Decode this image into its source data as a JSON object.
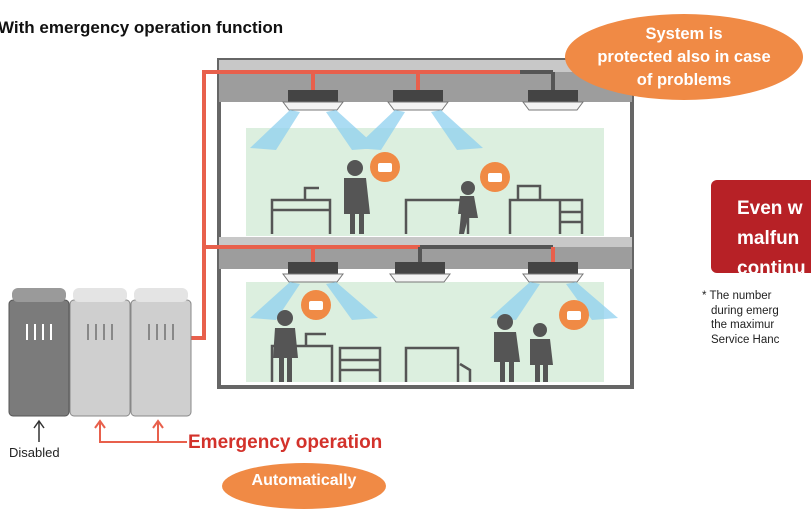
{
  "heading": "With emergency operation function",
  "bubble": [
    "System is",
    "protected also in case",
    "of problems"
  ],
  "red_box": [
    "Even w",
    "malfun",
    "continu"
  ],
  "note": [
    "* The number",
    "during emerg",
    "the maximur",
    "Service Hanc"
  ],
  "outdoor_label": "Disabled",
  "emergency_label": "Emergency operation",
  "auto_label": "Automatically",
  "colors": {
    "accent_orange": "#f08a45",
    "red": "#d3322b",
    "box_red": "#b72126",
    "room_green": "#dcefdf",
    "building_gray": "#6e6e6e"
  }
}
